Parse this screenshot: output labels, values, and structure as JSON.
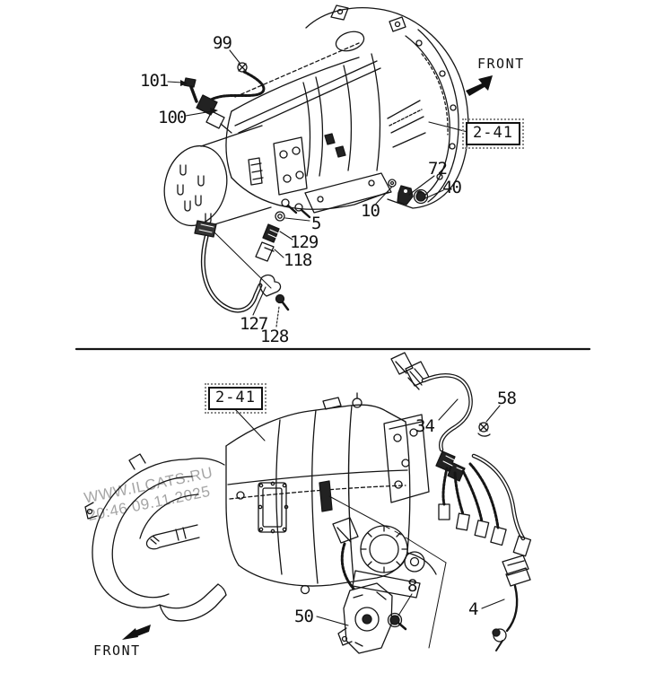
{
  "page": {
    "background": "#ffffff",
    "ink": "#151515"
  },
  "watermark": {
    "line1": "WWW.ILCATS.RU",
    "line2": "20:46 09.11.2025"
  },
  "top_view": {
    "front_label": "FRONT",
    "ref_box": "2-41",
    "callouts": {
      "c99": "99",
      "c101": "101",
      "c100": "100",
      "c72": "72",
      "c40": "40",
      "c10": "10",
      "c5": "5",
      "c129": "129",
      "c118": "118",
      "c127": "127",
      "c128": "128"
    }
  },
  "bottom_view": {
    "front_label": "FRONT",
    "ref_box": "2-41",
    "callouts": {
      "c34": "34",
      "c58": "58",
      "c8": "8",
      "c50": "50",
      "c4": "4"
    }
  }
}
